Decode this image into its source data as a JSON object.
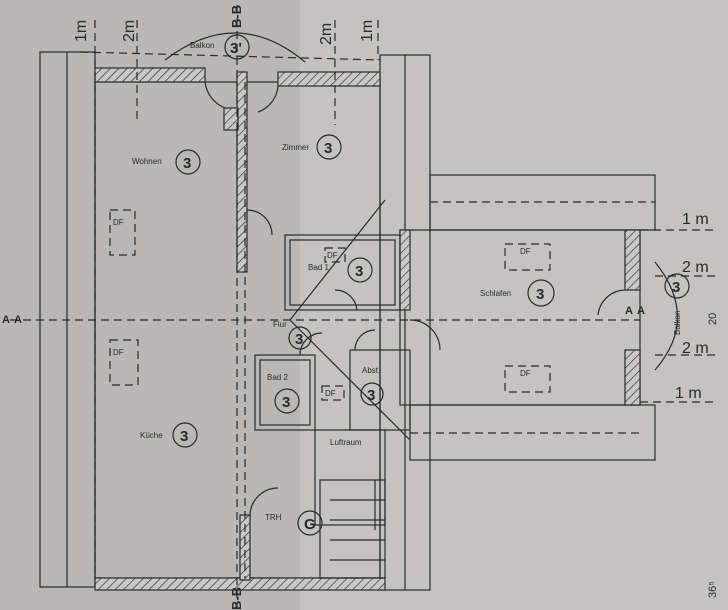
{
  "plan": {
    "rooms": {
      "balkon_top": {
        "label": "Balkon",
        "num": "3'"
      },
      "wohnen": {
        "label": "Wohnen",
        "num": "3"
      },
      "zimmer": {
        "label": "Zimmer",
        "num": "3"
      },
      "kueche": {
        "label": "Küche",
        "num": "3"
      },
      "flur": {
        "label": "Flur",
        "num": "3"
      },
      "bad1": {
        "label": "Bad 1",
        "num": "3"
      },
      "bad2": {
        "label": "Bad 2",
        "num": "3"
      },
      "abst": {
        "label": "Abst.",
        "num": "3"
      },
      "schlafen": {
        "label": "Schlafen",
        "num": "3"
      },
      "luftraum": {
        "label": "Luftraum"
      },
      "trh": {
        "label": "TRH",
        "num": "G"
      },
      "balkon_right": {
        "label": "Balkon",
        "num": "3"
      }
    },
    "df_label": "DF",
    "dims": {
      "one_m": "1m",
      "two_m": "2m",
      "one_m_sp": "1 m",
      "two_m_sp": "2 m",
      "twenty": "20",
      "corner": "36⁵"
    },
    "sections": {
      "bb": "B-B",
      "a": "A"
    }
  },
  "colors": {
    "paper": "#b9b8b6",
    "ink": "#2a2a2a"
  }
}
